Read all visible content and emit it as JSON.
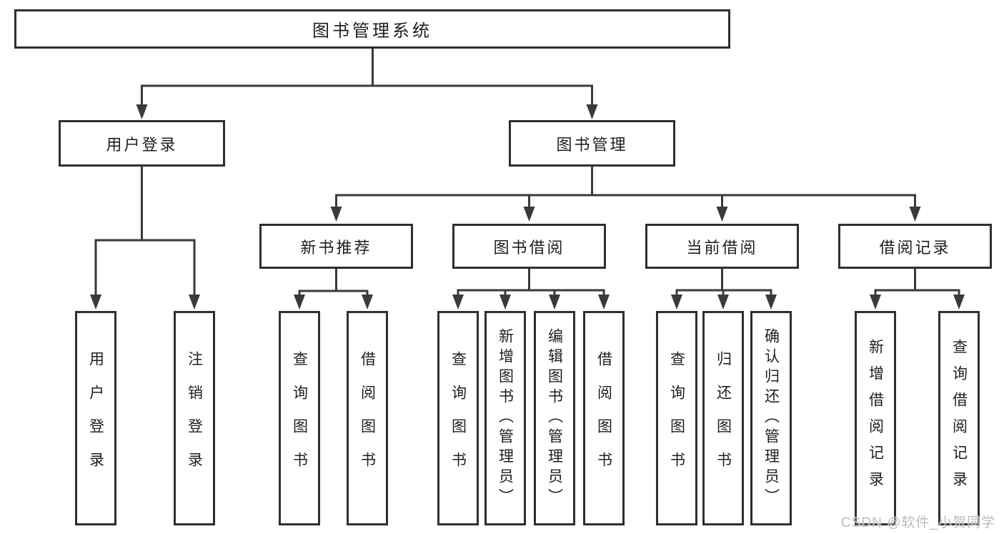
{
  "diagram": {
    "title": "图书管理系统",
    "branches": [
      {
        "label": "用户登录",
        "children": [
          {
            "label": "用户登录"
          },
          {
            "label": "注销登录"
          }
        ]
      },
      {
        "label": "图书管理",
        "groups": [
          {
            "label": "新书推荐",
            "children": [
              {
                "label": "查询图书"
              },
              {
                "label": "借阅图书"
              }
            ]
          },
          {
            "label": "图书借阅",
            "children": [
              {
                "label": "查询图书"
              },
              {
                "label": "新增图书（管理员）"
              },
              {
                "label": "编辑图书（管理员）"
              },
              {
                "label": "借阅图书"
              }
            ]
          },
          {
            "label": "当前借阅",
            "children": [
              {
                "label": "查询图书"
              },
              {
                "label": "归还图书"
              },
              {
                "label": "确认归还（管理员）"
              }
            ]
          },
          {
            "label": "借阅记录",
            "children": [
              {
                "label": "新增借阅记录"
              },
              {
                "label": "查询借阅记录"
              }
            ]
          }
        ]
      }
    ]
  },
  "watermark": {
    "text": "CSDN @软件_小贺同学"
  },
  "colors": {
    "line": "#3a3a3a",
    "box_border": "#2f2f2f",
    "box_fill": "#ffffff",
    "text": "#1f1f1f",
    "watermark_text_color": "#bcbcbc",
    "background": "#ffffff"
  }
}
